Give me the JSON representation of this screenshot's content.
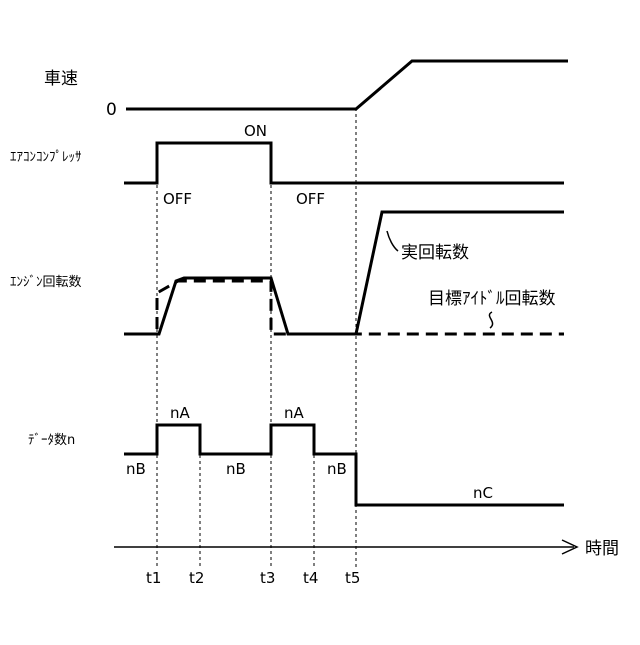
{
  "signals": {
    "vehicle_speed": {
      "label": "車速",
      "zero_label": "0"
    },
    "ac_compressor": {
      "label": "ｴｱｺﾝｺﾝﾌﾟﾚｯｻ",
      "on": "ON",
      "off_1": "OFF",
      "off_2": "OFF"
    },
    "engine_speed": {
      "label": "ｴﾝｼﾞﾝ回転数",
      "actual": "実回転数",
      "target_idle": "目標ｱｲﾄﾞﾙ回転数"
    },
    "data_count": {
      "label": "ﾃﾞｰﾀ数n",
      "nA_1": "nA",
      "nA_2": "nA",
      "nB_1": "nB",
      "nB_2": "nB",
      "nB_3": "nB",
      "nC": "nC"
    }
  },
  "time_axis": {
    "label": "時間",
    "ticks": [
      "t1",
      "t2",
      "t3",
      "t4",
      "t5"
    ]
  }
}
